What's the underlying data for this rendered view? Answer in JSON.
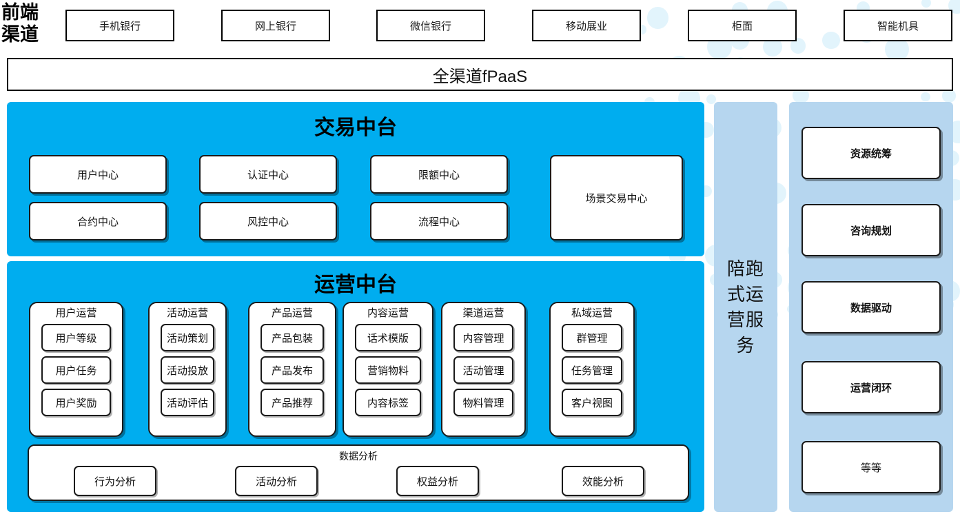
{
  "page": {
    "title": "全渠道运营中台架构图",
    "colors": {
      "cyan_panel": "#00adef",
      "light_blue_panel": "#b6d6ef",
      "dot_decoration": "#e2f4fc",
      "box_border": "#1a1a1a",
      "box_fill": "#ffffff"
    }
  },
  "front_channel": {
    "label": "前端\n渠道",
    "label_line1": "前端",
    "label_line2": "渠道",
    "channels": [
      {
        "label": "手机银行"
      },
      {
        "label": "网上银行"
      },
      {
        "label": "微信银行"
      },
      {
        "label": "移动展业"
      },
      {
        "label": "柜面"
      },
      {
        "label": "智能机具"
      }
    ]
  },
  "platform_bar": {
    "label": "全渠道fPaaS"
  },
  "trade_center": {
    "title": "交易中台",
    "boxes": [
      {
        "label": "用户中心"
      },
      {
        "label": "认证中心"
      },
      {
        "label": "限额中心"
      },
      {
        "label": "合约中心"
      },
      {
        "label": "风控中心"
      },
      {
        "label": "流程中心"
      },
      {
        "label": "场景交易中心"
      }
    ]
  },
  "operation_center": {
    "title": "运营中台",
    "columns": [
      {
        "title": "用户运营",
        "items": [
          {
            "label": "用户等级"
          },
          {
            "label": "用户任务"
          },
          {
            "label": "用户奖励"
          }
        ]
      },
      {
        "title": "活动运营",
        "items": [
          {
            "label": "活动策划"
          },
          {
            "label": "活动投放"
          },
          {
            "label": "活动评估"
          }
        ]
      },
      {
        "title": "产品运营",
        "items": [
          {
            "label": "产品包装"
          },
          {
            "label": "产品发布"
          },
          {
            "label": "产品推荐"
          }
        ]
      },
      {
        "title": "内容运营",
        "items": [
          {
            "label": "话术模版"
          },
          {
            "label": "营销物料"
          },
          {
            "label": "内容标签"
          }
        ]
      },
      {
        "title": "渠道运营",
        "items": [
          {
            "label": "内容管理"
          },
          {
            "label": "活动管理"
          },
          {
            "label": "物料管理"
          }
        ]
      },
      {
        "title": "私域运营",
        "items": [
          {
            "label": "群管理"
          },
          {
            "label": "任务管理"
          },
          {
            "label": "客户视图"
          }
        ]
      }
    ],
    "analysis": {
      "title": "数据分析",
      "items": [
        {
          "label": "行为分析"
        },
        {
          "label": "活动分析"
        },
        {
          "label": "权益分析"
        },
        {
          "label": "效能分析"
        }
      ]
    }
  },
  "accompany_service": {
    "label": "陪跑式运营服务",
    "line1": "陪跑",
    "line2": "式运",
    "line3": "营服",
    "line4": "务",
    "services": [
      {
        "label": "资源统筹",
        "bold": true
      },
      {
        "label": "咨询规划",
        "bold": true
      },
      {
        "label": "数据驱动",
        "bold": true
      },
      {
        "label": "运营闭环",
        "bold": true
      },
      {
        "label": "等等",
        "bold": false
      }
    ]
  }
}
